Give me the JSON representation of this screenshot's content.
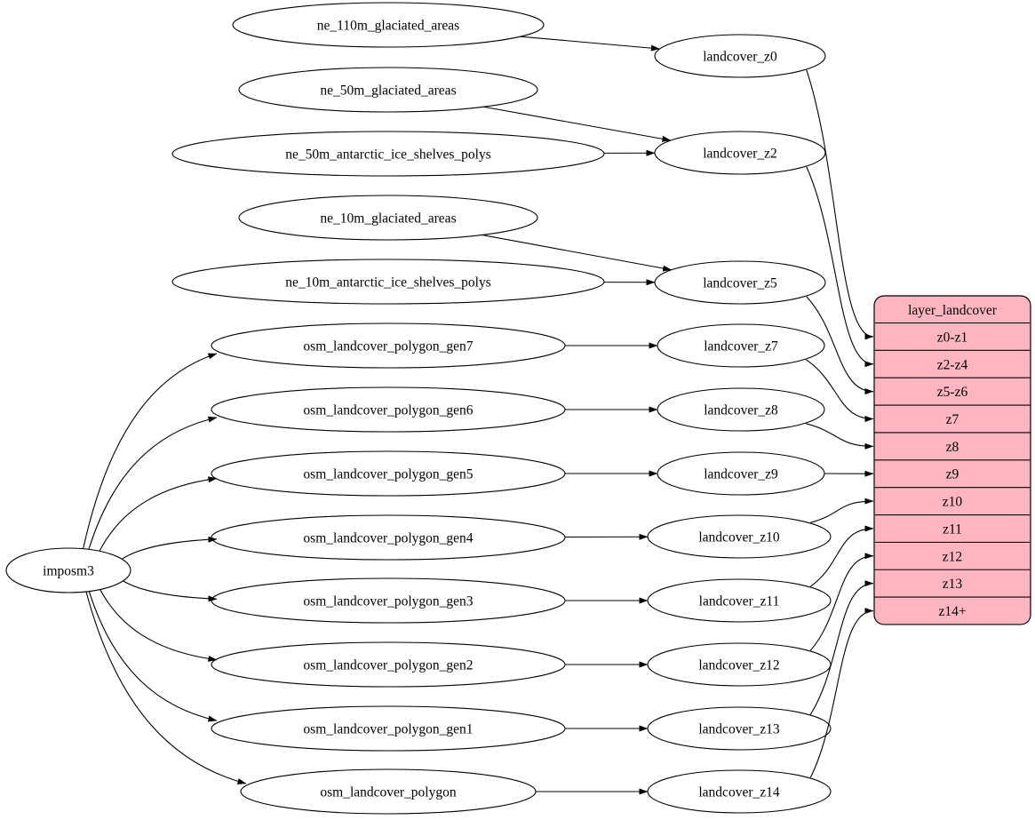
{
  "diagram": {
    "background": "#ffffff",
    "stroke_color": "#000000",
    "text_color": "#000000",
    "node_fill": "#ffffff",
    "table_fill": "#ffb6c1",
    "nodes": [
      {
        "id": "imposm3",
        "label": "imposm3"
      },
      {
        "id": "ne_110m_glaciated_areas",
        "label": "ne_110m_glaciated_areas"
      },
      {
        "id": "ne_50m_glaciated_areas",
        "label": "ne_50m_glaciated_areas"
      },
      {
        "id": "ne_50m_antarctic_ice_shelves_polys",
        "label": "ne_50m_antarctic_ice_shelves_polys"
      },
      {
        "id": "ne_10m_glaciated_areas",
        "label": "ne_10m_glaciated_areas"
      },
      {
        "id": "ne_10m_antarctic_ice_shelves_polys",
        "label": "ne_10m_antarctic_ice_shelves_polys"
      },
      {
        "id": "osm_landcover_polygon_gen7",
        "label": "osm_landcover_polygon_gen7"
      },
      {
        "id": "osm_landcover_polygon_gen6",
        "label": "osm_landcover_polygon_gen6"
      },
      {
        "id": "osm_landcover_polygon_gen5",
        "label": "osm_landcover_polygon_gen5"
      },
      {
        "id": "osm_landcover_polygon_gen4",
        "label": "osm_landcover_polygon_gen4"
      },
      {
        "id": "osm_landcover_polygon_gen3",
        "label": "osm_landcover_polygon_gen3"
      },
      {
        "id": "osm_landcover_polygon_gen2",
        "label": "osm_landcover_polygon_gen2"
      },
      {
        "id": "osm_landcover_polygon_gen1",
        "label": "osm_landcover_polygon_gen1"
      },
      {
        "id": "osm_landcover_polygon",
        "label": "osm_landcover_polygon"
      },
      {
        "id": "landcover_z0",
        "label": "landcover_z0"
      },
      {
        "id": "landcover_z2",
        "label": "landcover_z2"
      },
      {
        "id": "landcover_z5",
        "label": "landcover_z5"
      },
      {
        "id": "landcover_z7",
        "label": "landcover_z7"
      },
      {
        "id": "landcover_z8",
        "label": "landcover_z8"
      },
      {
        "id": "landcover_z9",
        "label": "landcover_z9"
      },
      {
        "id": "landcover_z10",
        "label": "landcover_z10"
      },
      {
        "id": "landcover_z11",
        "label": "landcover_z11"
      },
      {
        "id": "landcover_z12",
        "label": "landcover_z12"
      },
      {
        "id": "landcover_z13",
        "label": "landcover_z13"
      },
      {
        "id": "landcover_z14",
        "label": "landcover_z14"
      }
    ],
    "table": {
      "id": "layer_landcover",
      "title": "layer_landcover",
      "rows": [
        "z0-z1",
        "z2-z4",
        "z5-z6",
        "z7",
        "z8",
        "z9",
        "z10",
        "z11",
        "z12",
        "z13",
        "z14+"
      ]
    },
    "edges": [
      {
        "from": "ne_110m_glaciated_areas",
        "to": "landcover_z0"
      },
      {
        "from": "ne_50m_glaciated_areas",
        "to": "landcover_z2"
      },
      {
        "from": "ne_50m_antarctic_ice_shelves_polys",
        "to": "landcover_z2"
      },
      {
        "from": "ne_10m_glaciated_areas",
        "to": "landcover_z5"
      },
      {
        "from": "ne_10m_antarctic_ice_shelves_polys",
        "to": "landcover_z5"
      },
      {
        "from": "imposm3",
        "to": "osm_landcover_polygon_gen7"
      },
      {
        "from": "imposm3",
        "to": "osm_landcover_polygon_gen6"
      },
      {
        "from": "imposm3",
        "to": "osm_landcover_polygon_gen5"
      },
      {
        "from": "imposm3",
        "to": "osm_landcover_polygon_gen4"
      },
      {
        "from": "imposm3",
        "to": "osm_landcover_polygon_gen3"
      },
      {
        "from": "imposm3",
        "to": "osm_landcover_polygon_gen2"
      },
      {
        "from": "imposm3",
        "to": "osm_landcover_polygon_gen1"
      },
      {
        "from": "imposm3",
        "to": "osm_landcover_polygon"
      },
      {
        "from": "osm_landcover_polygon_gen7",
        "to": "landcover_z7"
      },
      {
        "from": "osm_landcover_polygon_gen6",
        "to": "landcover_z8"
      },
      {
        "from": "osm_landcover_polygon_gen5",
        "to": "landcover_z9"
      },
      {
        "from": "osm_landcover_polygon_gen4",
        "to": "landcover_z10"
      },
      {
        "from": "osm_landcover_polygon_gen3",
        "to": "landcover_z11"
      },
      {
        "from": "osm_landcover_polygon_gen2",
        "to": "landcover_z12"
      },
      {
        "from": "osm_landcover_polygon_gen1",
        "to": "landcover_z13"
      },
      {
        "from": "osm_landcover_polygon",
        "to": "landcover_z14"
      },
      {
        "from": "landcover_z0",
        "to": "layer_landcover:z0-z1"
      },
      {
        "from": "landcover_z2",
        "to": "layer_landcover:z2-z4"
      },
      {
        "from": "landcover_z5",
        "to": "layer_landcover:z5-z6"
      },
      {
        "from": "landcover_z7",
        "to": "layer_landcover:z7"
      },
      {
        "from": "landcover_z8",
        "to": "layer_landcover:z8"
      },
      {
        "from": "landcover_z9",
        "to": "layer_landcover:z9"
      },
      {
        "from": "landcover_z10",
        "to": "layer_landcover:z10"
      },
      {
        "from": "landcover_z11",
        "to": "layer_landcover:z11"
      },
      {
        "from": "landcover_z12",
        "to": "layer_landcover:z12"
      },
      {
        "from": "landcover_z13",
        "to": "layer_landcover:z13"
      },
      {
        "from": "landcover_z14",
        "to": "layer_landcover:z14+"
      }
    ]
  }
}
